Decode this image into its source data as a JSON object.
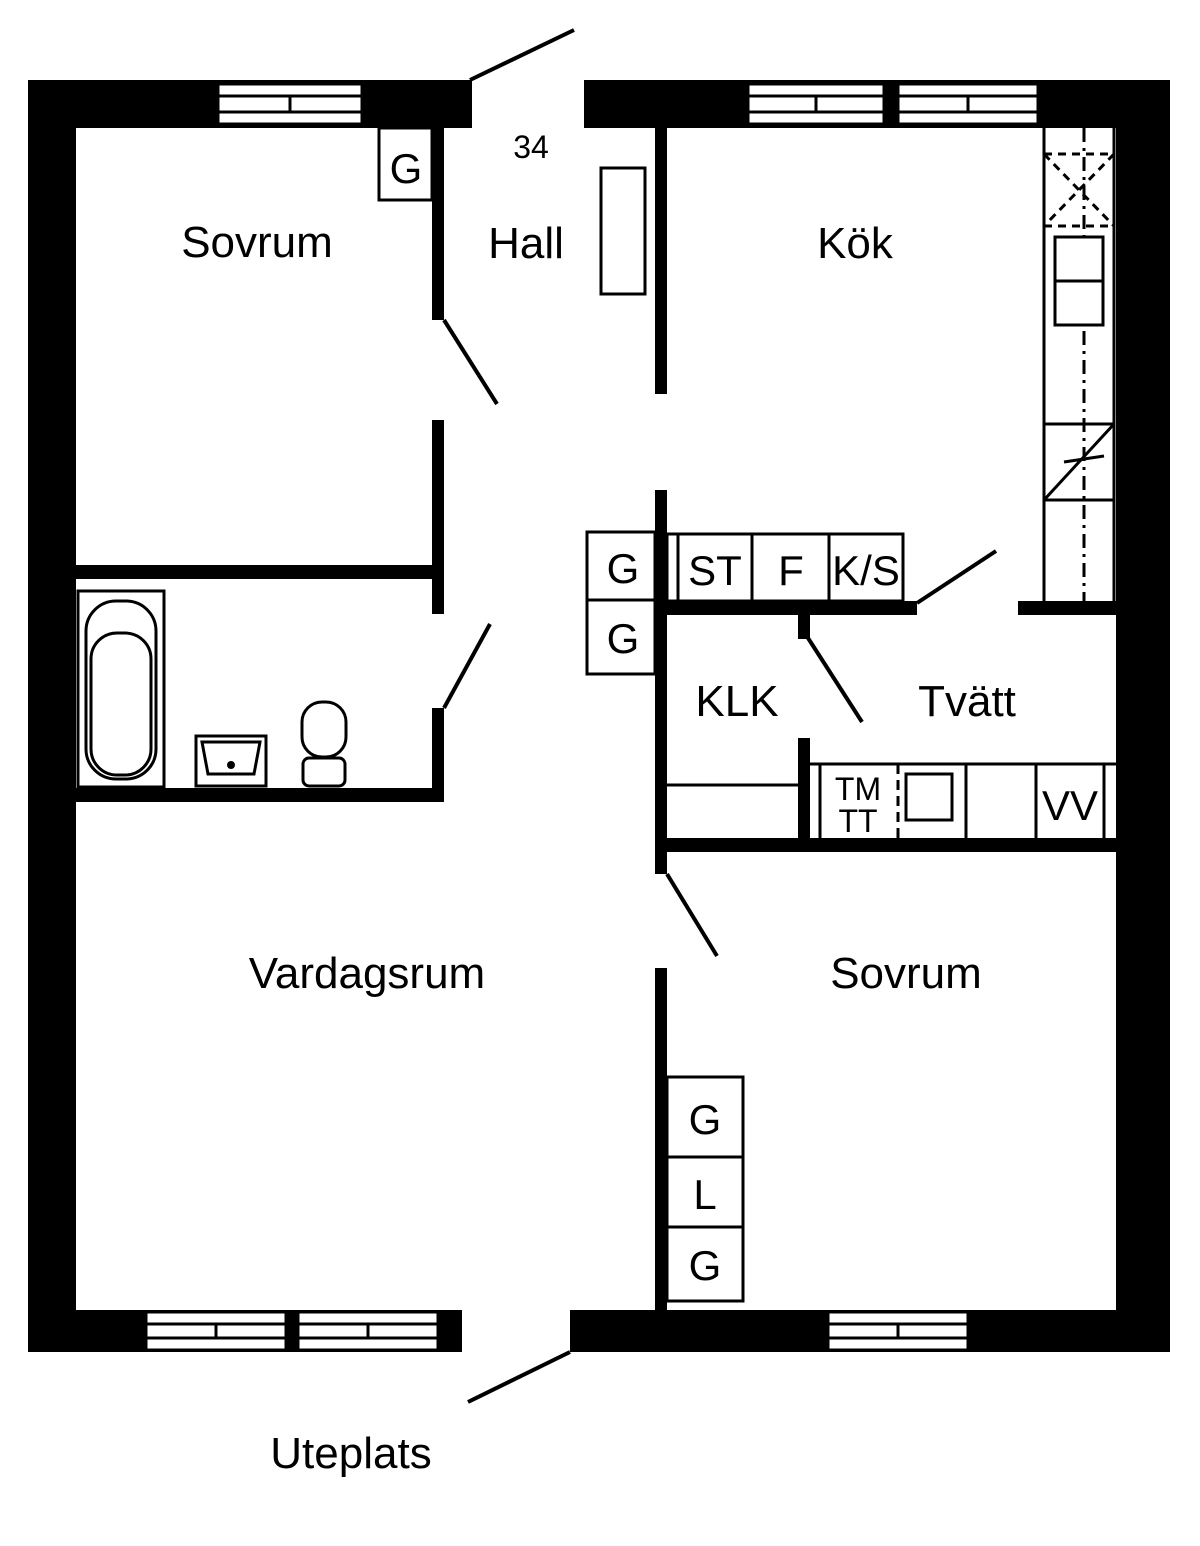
{
  "apartment": {
    "number": "34"
  },
  "rooms": {
    "bedroom_top": "Sovrum",
    "hall": "Hall",
    "kitchen": "Kök",
    "walk_in_closet": "KLK",
    "laundry": "Tvätt",
    "living_room": "Vardagsrum",
    "bedroom_bottom": "Sovrum",
    "patio": "Uteplats"
  },
  "fixtures": {
    "wardrobe_bedroom_top": "G",
    "wardrobe_hall_1": "G",
    "wardrobe_hall_2": "G",
    "kitchen_stove": "ST",
    "kitchen_freezer": "F",
    "kitchen_fridge_freezer": "K/S",
    "laundry_tm": "TM",
    "laundry_tt": "TT",
    "laundry_vv": "VV",
    "wardrobe_bedroom_1": "G",
    "linen_closet": "L",
    "wardrobe_bedroom_2": "G"
  },
  "colors": {
    "wall": "#000000",
    "background": "#ffffff"
  }
}
